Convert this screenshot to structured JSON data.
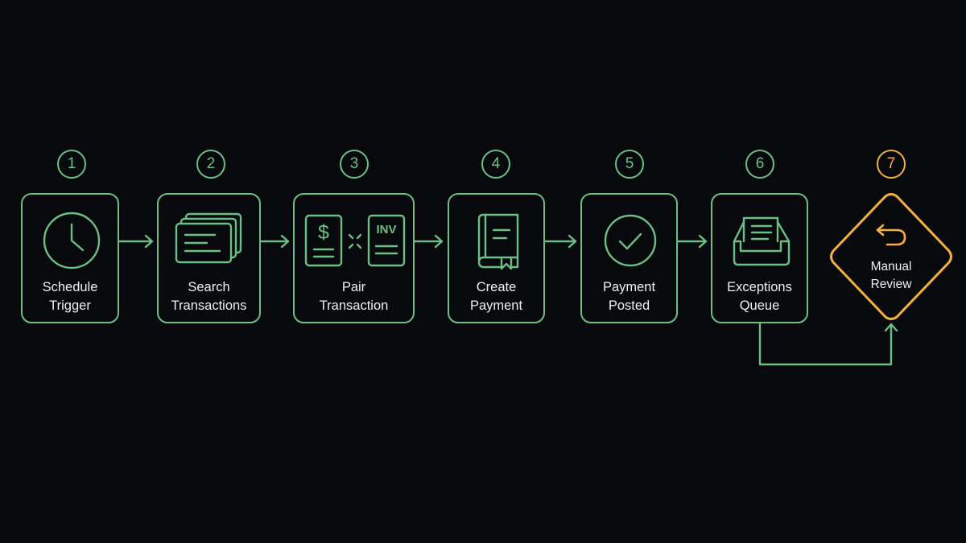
{
  "colors": {
    "background": "#07090c",
    "primary": "#6cbf84",
    "accent": "#f4b13d",
    "text": "#eef2ee"
  },
  "steps": [
    {
      "number": "1",
      "label_lines": [
        "Schedule",
        "Trigger"
      ],
      "icon": "clock-icon"
    },
    {
      "number": "2",
      "label_lines": [
        "Search",
        "Transactions"
      ],
      "icon": "stacked-cards-icon"
    },
    {
      "number": "3",
      "label_lines": [
        "Pair",
        "Transaction"
      ],
      "icon": "receipt-invoice-pair-icon",
      "icon_text": {
        "receipt": "$",
        "invoice": "INV"
      }
    },
    {
      "number": "4",
      "label_lines": [
        "Create",
        "Payment"
      ],
      "icon": "ledger-book-icon"
    },
    {
      "number": "5",
      "label_lines": [
        "Payment",
        "Posted"
      ],
      "icon": "check-circle-icon"
    },
    {
      "number": "6",
      "label_lines": [
        "Exceptions",
        "Queue"
      ],
      "icon": "inbox-tray-icon"
    },
    {
      "number": "7",
      "label_lines": [
        "Manual",
        "Review"
      ],
      "icon": "return-arrow-icon",
      "shape": "diamond",
      "color": "accent"
    }
  ]
}
